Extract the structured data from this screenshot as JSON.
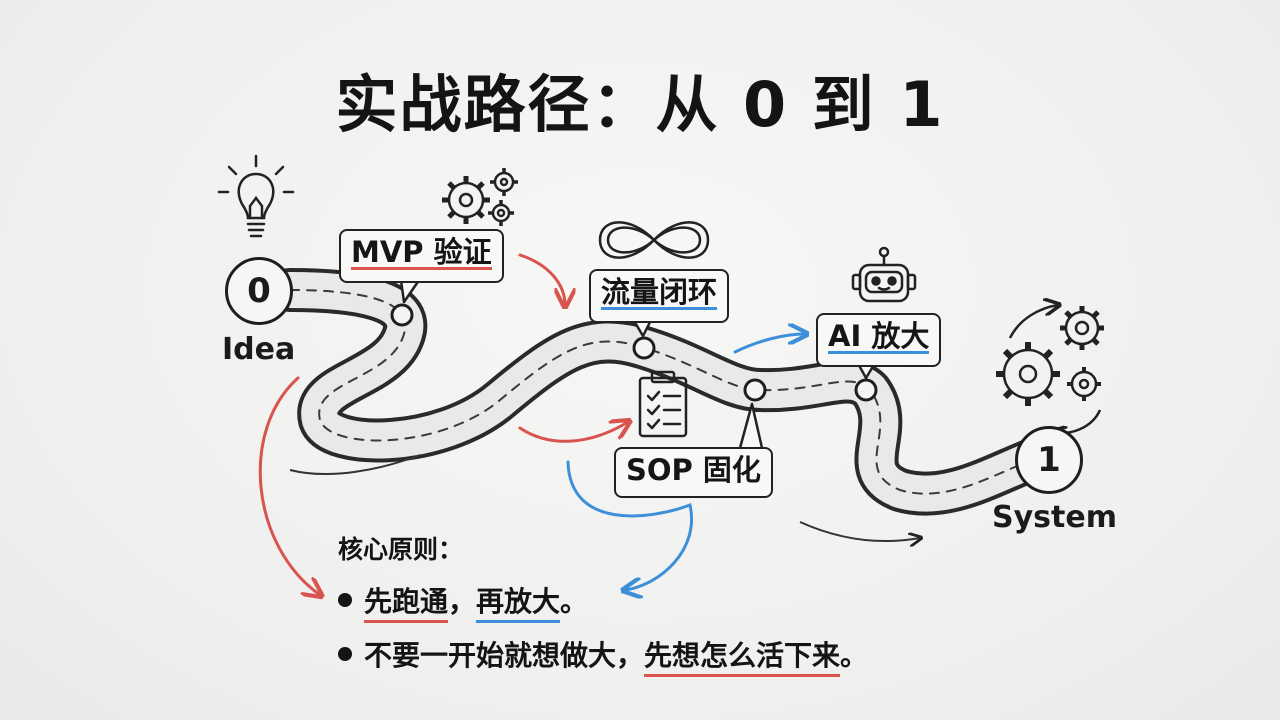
{
  "title": "实战路径：从 0 到 1",
  "start": {
    "number": "0",
    "label": "Idea"
  },
  "end": {
    "number": "1",
    "label": "System"
  },
  "steps": [
    {
      "label": "MVP 验证",
      "underline_color": "#d9534f"
    },
    {
      "label": "流量闭环",
      "underline_color": "#3d8fd9"
    },
    {
      "label": "SOP 固化"
    },
    {
      "label": "AI 放大",
      "underline_color": "#3d8fd9"
    }
  ],
  "principles": {
    "heading": "核心原则：",
    "line1": {
      "part1": "先跑通",
      "part2": "，",
      "part3": "再放大",
      "part4": "。"
    },
    "line2": {
      "part1": "不要一开始就想做大，",
      "part2": "先想怎么活下来",
      "part3": "。"
    }
  },
  "icons": [
    "lightbulb-icon",
    "gears-icon",
    "infinity-icon",
    "clipboard-checklist-icon",
    "robot-icon",
    "cycle-gears-icon"
  ],
  "colors": {
    "accent_red": "#d9534f",
    "accent_blue": "#3d8fd9",
    "ink": "#1b1b1b"
  }
}
